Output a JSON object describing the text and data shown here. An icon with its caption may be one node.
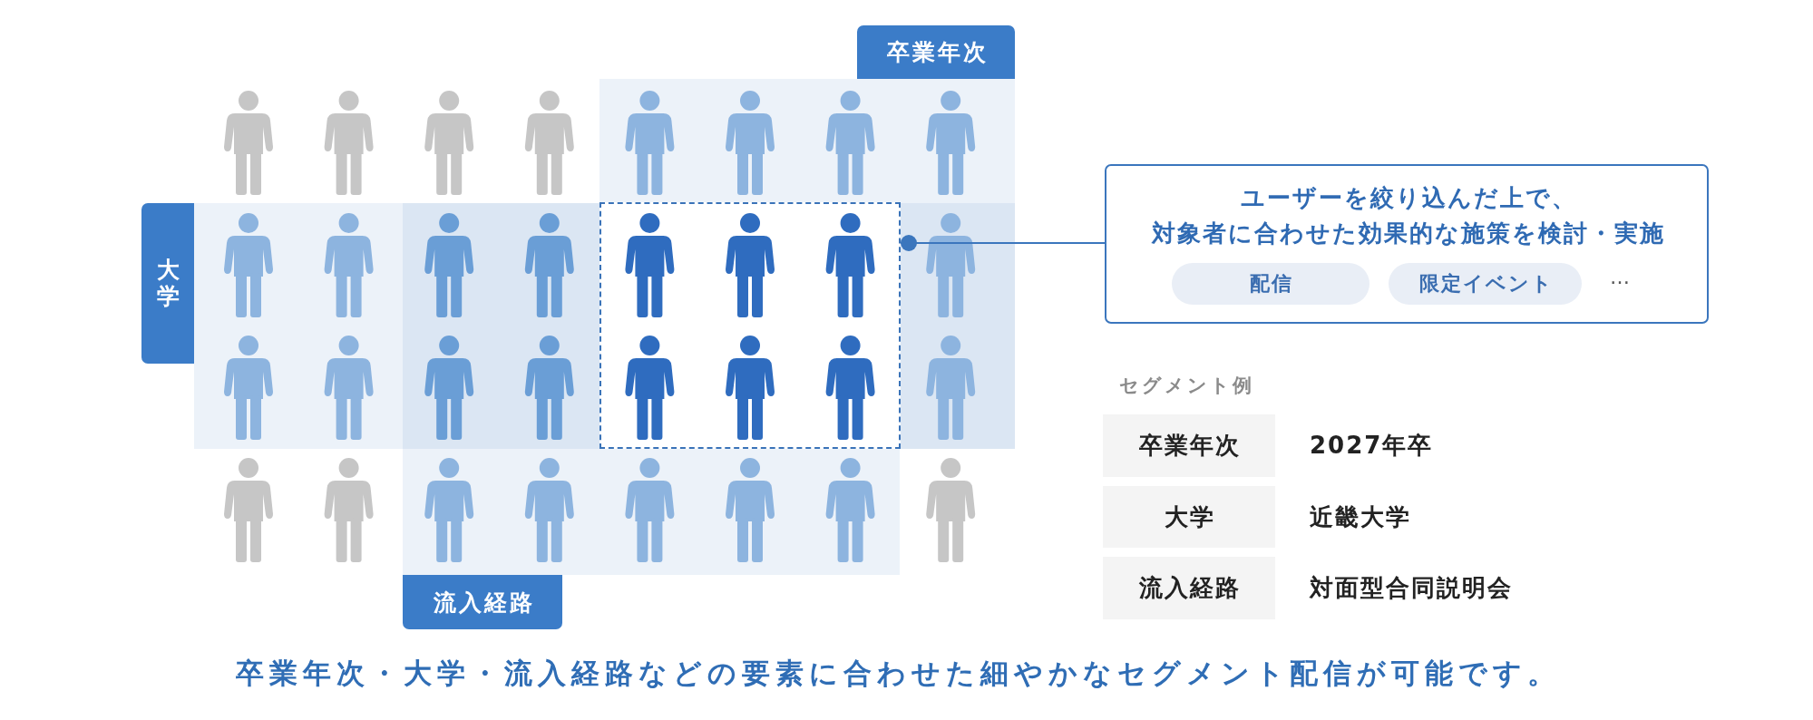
{
  "diagram": {
    "nodes": [
      {
        "text": [
          "卒業年次"
        ]
      },
      {
        "text": [
          "大学"
        ]
      },
      {
        "text": [],
        "shape": "box"
      },
      {
        "text": [
          "流入経路"
        ]
      },
      {
        "text": [
          "ユーザーを絞り込んだ上で、対象者に合わせた効果的な施策を検討・実施",
          "…"
        ]
      },
      {
        "text": [
          "配信"
        ],
        "in": 4
      },
      {
        "text": [
          "限定イベント"
        ],
        "in": 4
      }
    ],
    "edges": [
      {
        "from": 4,
        "to": 2,
        "arrow": "other"
      }
    ],
    "labels": [
      "セグメント例",
      "卒業年次",
      "2027年卒",
      "大学",
      "近畿大学",
      "流入経路",
      "対面型合同説明会"
    ],
    "caption": "卒業年次・大学・流入経路などの要素に合わせた細やかなセグメント配信が可能です。"
  }
}
